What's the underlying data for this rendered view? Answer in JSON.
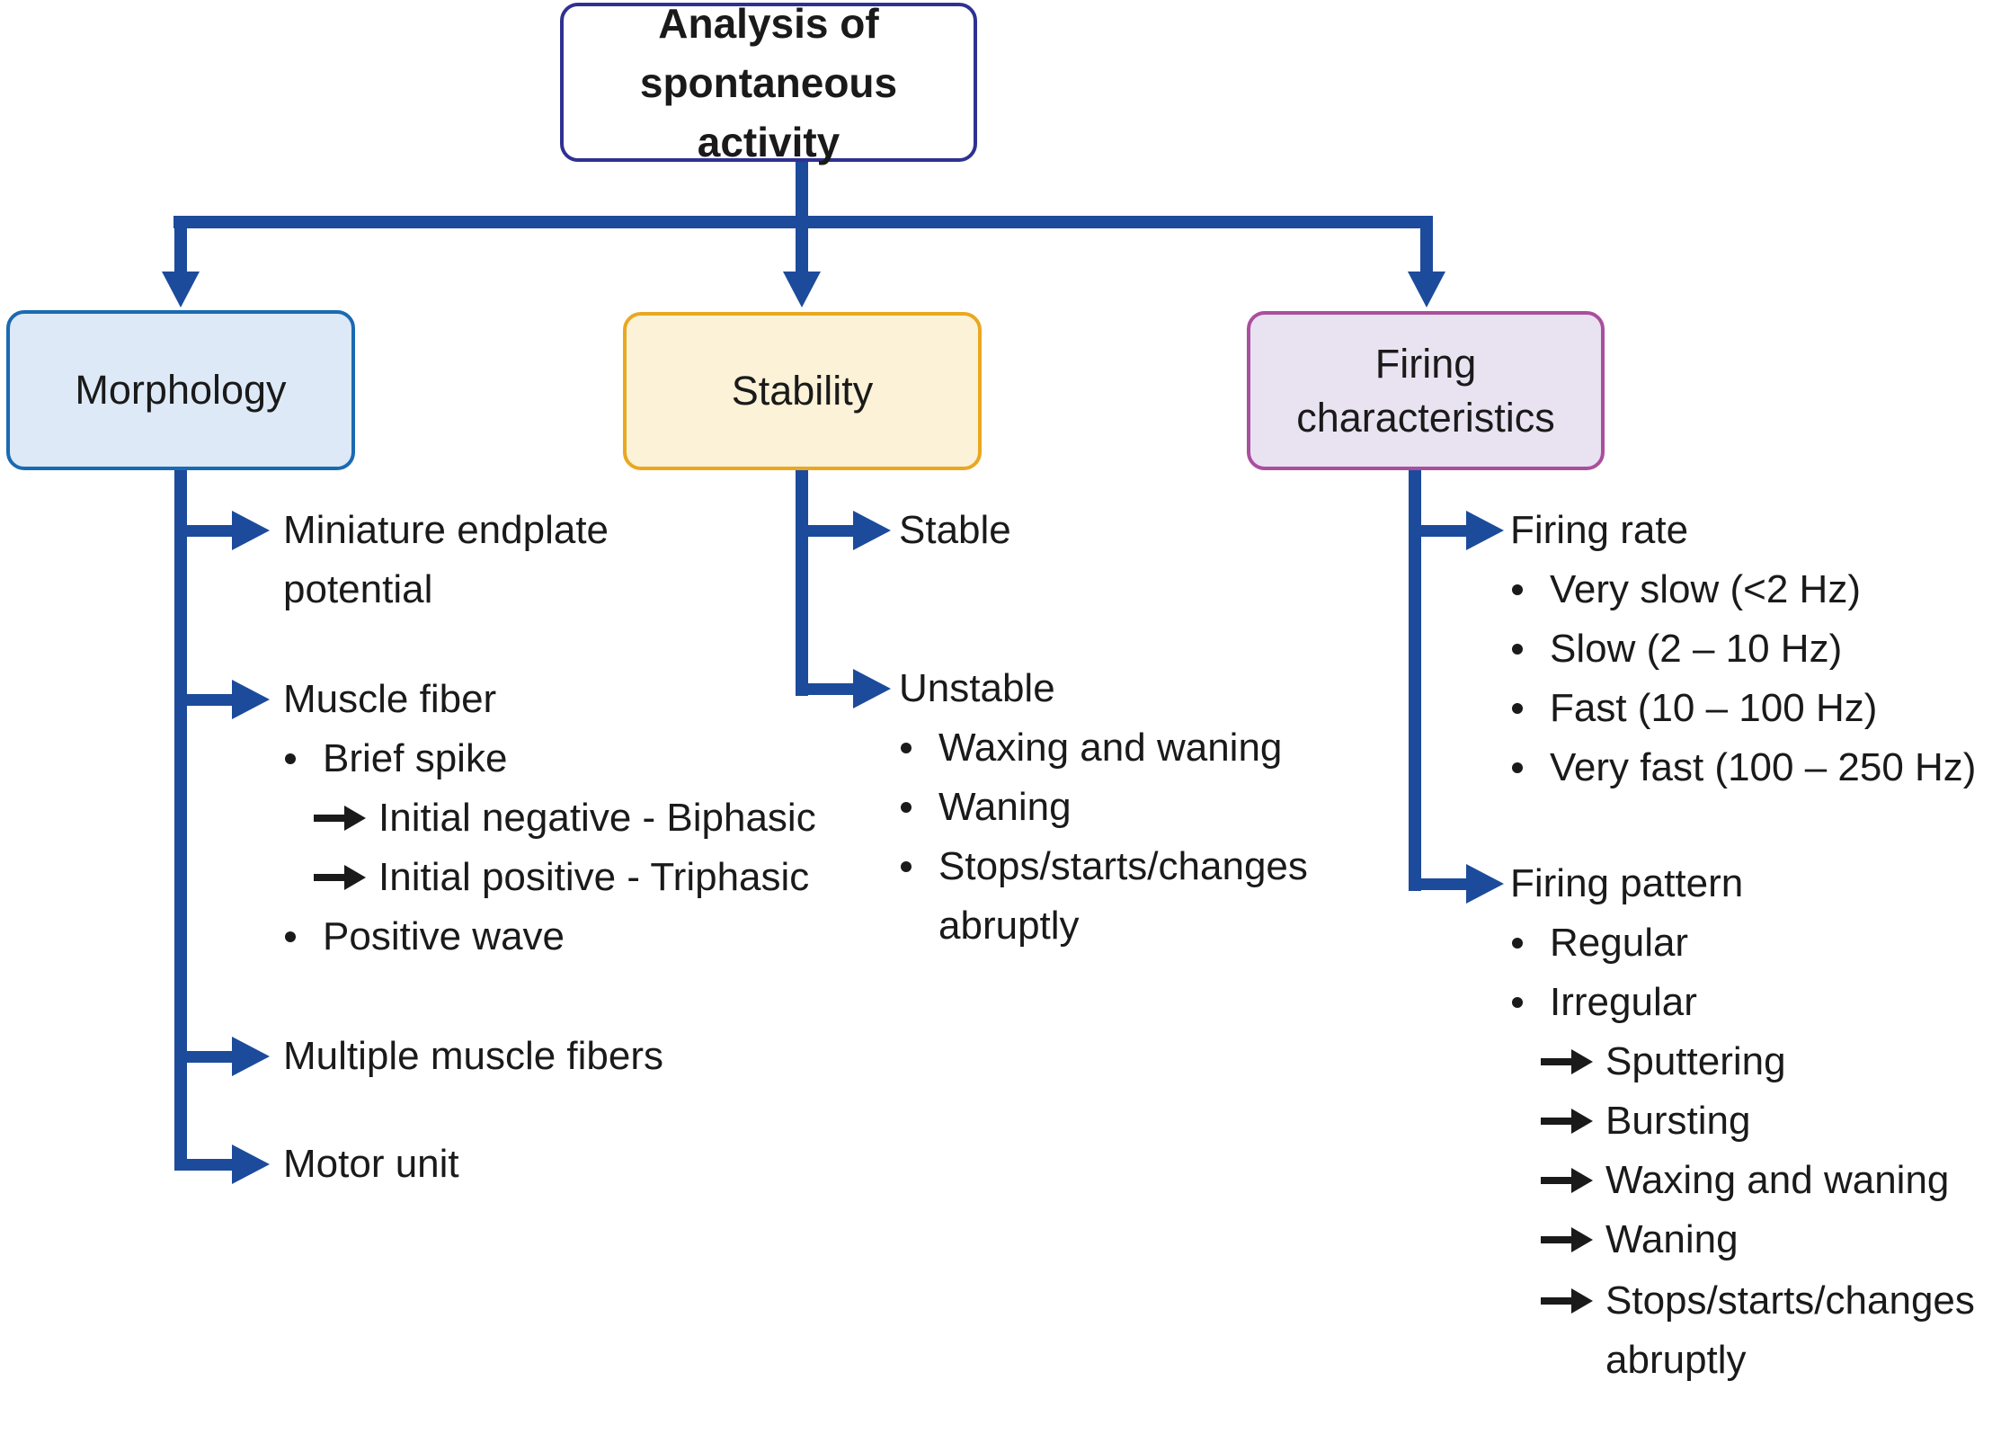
{
  "diagram": {
    "root": {
      "line1": "Analysis of",
      "line2": "spontaneous activity"
    },
    "morphology": {
      "label": "Morphology",
      "miniature_line1": "Miniature endplate",
      "miniature_line2": "potential",
      "muscle_fiber": "Muscle fiber",
      "muscle_fiber_bullets": [
        "Brief spike",
        "Positive wave"
      ],
      "muscle_fiber_arrows": [
        "Initial negative - Biphasic",
        "Initial positive - Triphasic"
      ],
      "multiple_fibers": "Multiple muscle fibers",
      "motor_unit": "Motor unit"
    },
    "stability": {
      "label": "Stability",
      "stable": "Stable",
      "unstable": "Unstable",
      "unstable_bullets": [
        "Waxing and waning",
        "Waning",
        "Stops/starts/changes"
      ],
      "unstable_bullet_wrap": "abruptly"
    },
    "firing": {
      "label_line1": "Firing",
      "label_line2": "characteristics",
      "firing_rate": "Firing rate",
      "rate_bullets": [
        "Very slow (<2 Hz)",
        "Slow (2 – 10 Hz)",
        "Fast (10 – 100 Hz)",
        "Very fast (100 – 250 Hz)"
      ],
      "firing_pattern": "Firing pattern",
      "pattern_bullets": [
        "Regular",
        "Irregular"
      ],
      "irregular_arrows": [
        "Sputtering",
        "Bursting",
        "Waxing and waning",
        "Waning",
        "Stops/starts/changes"
      ],
      "irregular_arrow_wrap": "abruptly"
    },
    "colors": {
      "connector_blue": "#1c4b9c",
      "root_border": "#2f3192",
      "morphology_fill": "#dde9f6",
      "morphology_border": "#1a6ab2",
      "stability_fill": "#fbf2d8",
      "stability_border": "#e9a820",
      "firing_fill": "#e9e2f1",
      "firing_border": "#a94f9e",
      "sub_arrow_black": "#1a1a1a"
    }
  }
}
